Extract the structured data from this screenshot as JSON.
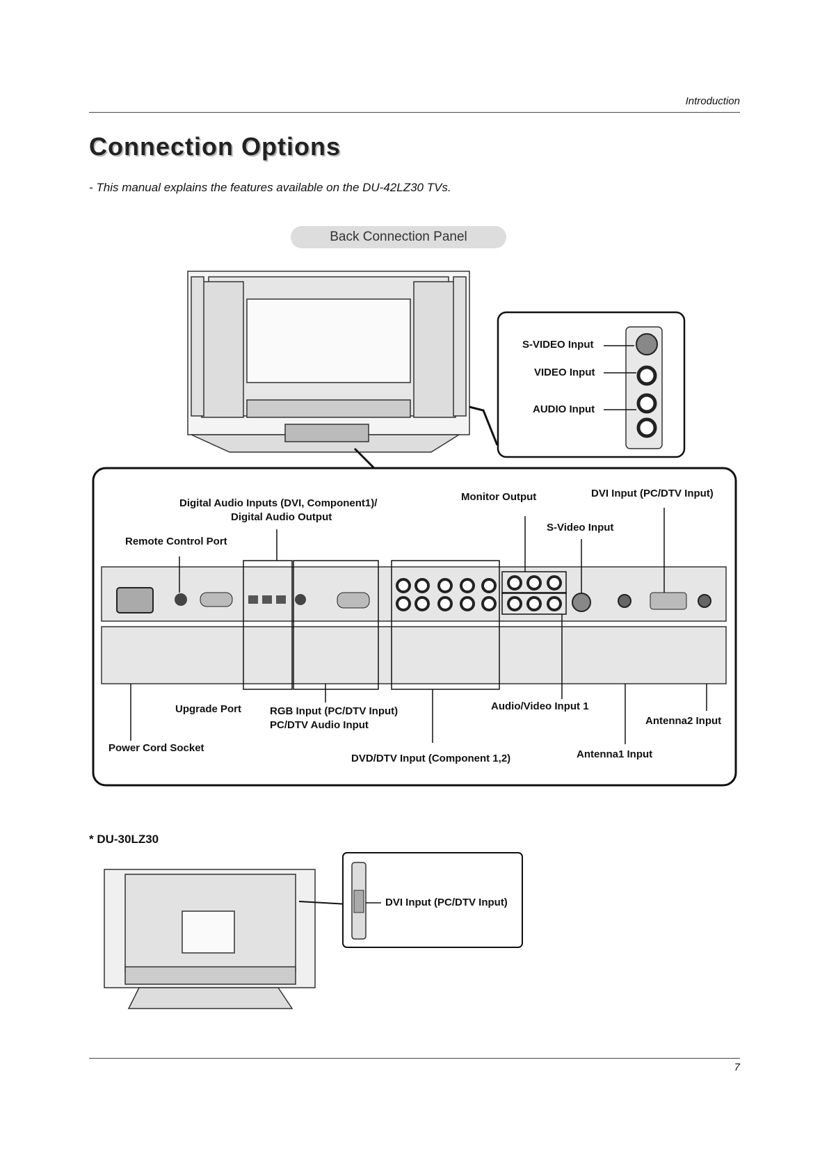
{
  "header": {
    "section": "Introduction"
  },
  "page": {
    "title": "Connection Options",
    "intro": "- This manual explains the features available on the DU-42LZ30 TVs.",
    "panel_heading": "Back Connection Panel",
    "page_number": "7"
  },
  "side_panel": {
    "svideo": "S-VIDEO Input",
    "video": "VIDEO Input",
    "audio": "AUDIO Input"
  },
  "back_panel": {
    "digital_audio_line1": "Digital Audio Inputs (DVI, Component1)/",
    "digital_audio_line2": "Digital Audio Output",
    "remote_port": "Remote Control Port",
    "monitor_output": "Monitor Output",
    "dvi_input": "DVI Input (PC/DTV Input)",
    "svideo_input": "S-Video Input",
    "upgrade_port": "Upgrade Port",
    "rgb_input": "RGB Input (PC/DTV Input)",
    "pc_audio": "PC/DTV Audio Input",
    "power_cord": "Power Cord Socket",
    "dvd_input": "DVD/DTV Input (Component 1,2)",
    "av_input1": "Audio/Video Input 1",
    "antenna2": "Antenna2 Input",
    "antenna1": "Antenna1 Input"
  },
  "small_model": {
    "name": "* DU-30LZ30",
    "dvi_input": "DVI Input (PC/DTV Input)"
  }
}
